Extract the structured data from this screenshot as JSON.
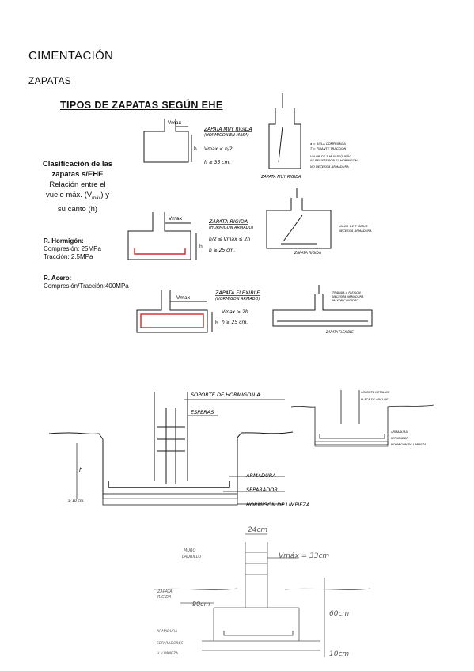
{
  "header": {
    "title": "CIMENTACIÓN",
    "subtitle": "ZAPATAS"
  },
  "types_diagram": {
    "title": "TIPOS DE ZAPATAS SEGÚN EHE",
    "classification": {
      "line1": "Clasificación de las",
      "line2": "zapatas s/EHE",
      "line3": "Relación entre el",
      "line4a": "vuelo máx. (V",
      "line4sub": "máx",
      "line4b": ") y",
      "line5": "su canto (h)"
    },
    "concrete": {
      "heading": "R. Hormigón:",
      "compression": "Compresión: 25MPa",
      "traction": "Tracción: 2.5MPa"
    },
    "steel": {
      "heading": "R. Acero:",
      "value": "Compresión/Tracción:400MPa"
    },
    "footings": [
      {
        "name": "ZAPATA MUY RIGIDA",
        "sub": "(HORMIGON EN MASA)",
        "relation": "Vmax < h/2",
        "min_h": "h ≥ 35 cm.",
        "side_caption": "ZAPATA MUY RIGIDA",
        "notes": [
          "a = BIELA COMPRIMIDA",
          "T = TIRANTE TRACCION",
          "VALOR DE T MUY PEQUEÑO",
          "SE RESISTE POR EL HORMIGON",
          "NO NECESITA ARMADURA"
        ]
      },
      {
        "name": "ZAPATA RIGIDA",
        "sub": "(HORMIGON ARMADO)",
        "relation": "h/2 ≤ Vmax ≤ 2h",
        "min_h": "h ≥ 25 cm.",
        "side_caption": "ZAPATA RIGIDA",
        "notes": [
          "VALOR DE T MEDIO",
          "NECESITA ARMADURA"
        ]
      },
      {
        "name": "ZAPATA FLEXIBLE",
        "sub": "(HORMIGON ARMADO)",
        "relation": "Vmax > 2h",
        "min_h": "h ≥ 25 cm.",
        "side_caption": "ZAPATA FLEXIBLE",
        "notes": [
          "TRABAJA A FLEXION",
          "NECESITA ARMADURA",
          "MAYOR CANTIDAD"
        ]
      }
    ],
    "vmax_label": "Vmax",
    "h_label": "h"
  },
  "section_diagram": {
    "labels": {
      "support": "SOPORTE DE HORMIGON A.",
      "stirrups": "ESPERAS",
      "rebar": "ARMADURA",
      "spacer": "SEPARADOR",
      "lean_concrete": "HORMIGON DE LIMPIEZA"
    },
    "h_label": "h",
    "base_label": "≥ 10 cm.",
    "small_labels": [
      "SOPORTE METALICO",
      "PLACA DE ANCLAJE",
      "ARMADURA",
      "SEPARADOR",
      "HORMIGON DE LIMPIEZA"
    ]
  },
  "wall_diagram": {
    "wall_width": "24cm",
    "vmax": "Vmáx = 33cm",
    "wall_label_1": "MURO",
    "wall_label_2": "LADRILLO",
    "footing_label_1": "ZAPATA",
    "footing_label_2": "RIGIDA",
    "width_90": "90cm",
    "height_60": "60cm",
    "height_10": "10cm",
    "armadura": "ARMADURA",
    "separadores": "SEPARADORES",
    "limpieza": "H. LIMPIEZA"
  },
  "colors": {
    "ink": "#1a1a1a",
    "rebar_red": "#d62828",
    "pencil": "#555555"
  }
}
